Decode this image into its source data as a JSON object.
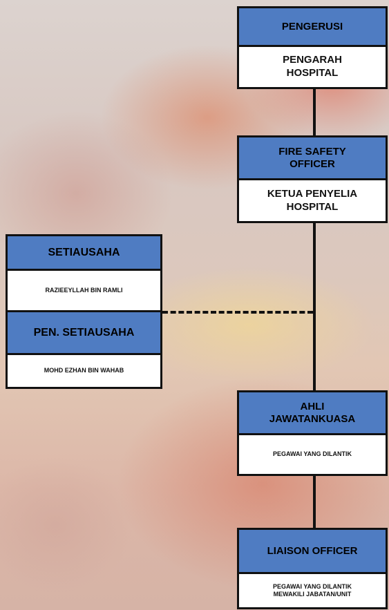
{
  "nodes": {
    "pengerusi": {
      "title": "PENGERUSI",
      "name": "PENGARAH\nHOSPITAL"
    },
    "fire_safety": {
      "title": "FIRE SAFETY\nOFFICER",
      "name": "KETUA PENYELIA\nHOSPITAL"
    },
    "setiausaha": {
      "title": "SETIAUSAHA",
      "name": "RAZIEEYLLAH BIN RAMLI"
    },
    "pen_setiausaha": {
      "title": "PEN. SETIAUSAHA",
      "name": "MOHD EZHAN BIN WAHAB"
    },
    "ahli": {
      "title": "AHLI\nJAWATANKUASA",
      "name": "PEGAWAI YANG DILANTIK"
    },
    "liaison": {
      "title": "LIAISON OFFICER",
      "name": "PEGAWAI YANG DILANTIK\nMEWAKILI JABATAN/UNIT"
    }
  },
  "colors": {
    "header_fill": "#4f7cc2",
    "border": "#111111"
  }
}
